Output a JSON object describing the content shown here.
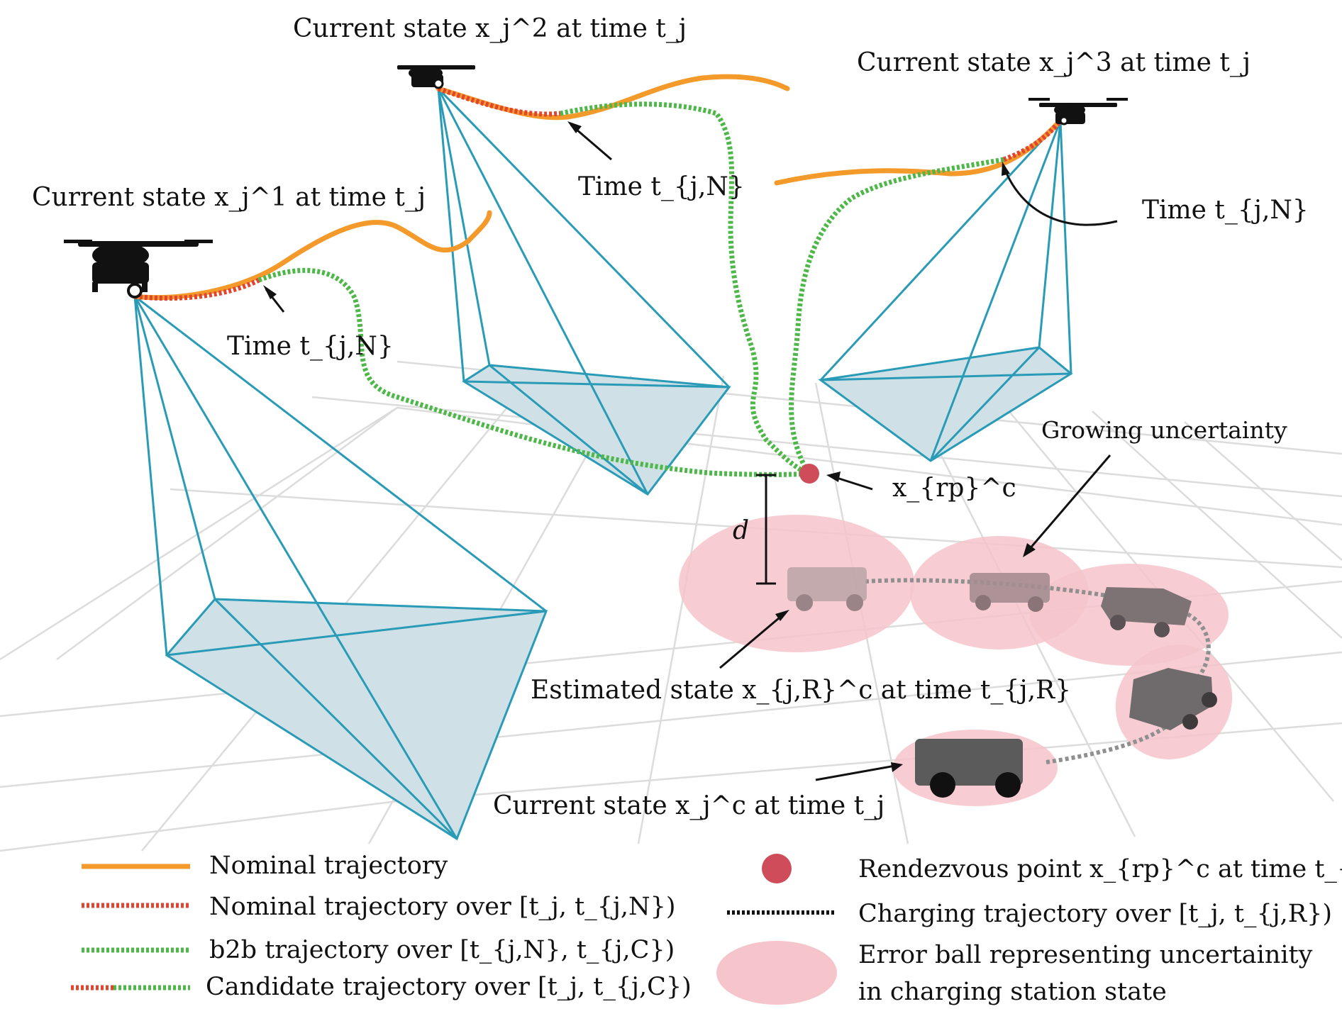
{
  "labels": {
    "drone1_state": "Current state x_j^1 at time t_j",
    "drone2_state": "Current state x_j^2 at time t_j",
    "drone3_state": "Current state x_j^3 at time t_j",
    "drone1_time": "Time t_{j,N}",
    "drone2_time": "Time t_{j,N}",
    "drone3_time": "Time t_{j,N}",
    "rendezvous": "x_{rp}^c",
    "distance": "d",
    "growing_uncertainty": "Growing uncertainty",
    "estimated_state": "Estimated state x_{j,R}^c at time t_{j,R}",
    "current_state_charger": "Current state x_j^c at time t_j"
  },
  "legend": {
    "nominal": "Nominal trajectory",
    "nominal_over": "Nominal trajectory over [t_j, t_{j,N})",
    "b2b_over": "b2b trajectory over [t_{j,N}, t_{j,C})",
    "candidate_over": "Candidate trajectory over [t_j, t_{j,C})",
    "rendezvous_point": "Rendezvous point x_{rp}^c at time t_{j,C}",
    "charging_over": "Charging trajectory over [t_j, t_{j,R})",
    "error_ball_line1": "Error ball representing uncertainity",
    "error_ball_line2": "in charging station state"
  },
  "colors": {
    "nominal": "#f39a2b",
    "nominal_over": "#e2452f",
    "b2b": "#4db848",
    "frustum": "#2a9bb7",
    "frustum_fill": "#cfe1e7",
    "rendezvous": "#cf4d5b",
    "error_ball": "#f6c4cb",
    "charger_path": "#8f8f8f",
    "grid": "#dcdcdc"
  }
}
